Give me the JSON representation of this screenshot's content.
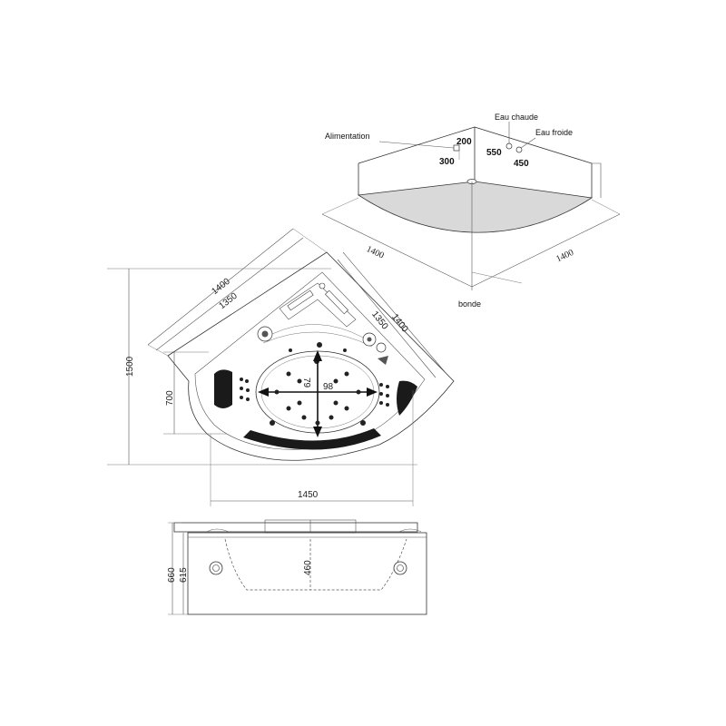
{
  "room_plan": {
    "labels": {
      "power": "Alimentation",
      "hot_water": "Eau chaude",
      "cold_water": "Eau froide",
      "drain": "bonde"
    },
    "dims": {
      "d200": "200",
      "d300": "300",
      "d550": "550",
      "d450": "450",
      "left_width": "1400",
      "right_width": "1400"
    }
  },
  "top_view": {
    "dims": {
      "outer_left": "1400",
      "inner_left": "1350",
      "outer_right": "1400",
      "inner_right": "1350",
      "height": "1500",
      "basin_depth": "700",
      "total_width": "1450",
      "basin_length": "98",
      "basin_width": "79"
    }
  },
  "side_view": {
    "dims": {
      "total_height": "660",
      "body_height": "615",
      "inner_depth": "460"
    }
  },
  "colors": {
    "line": "#333333",
    "floor": "#d9d9d9",
    "headrest": "#1a1a1a"
  }
}
